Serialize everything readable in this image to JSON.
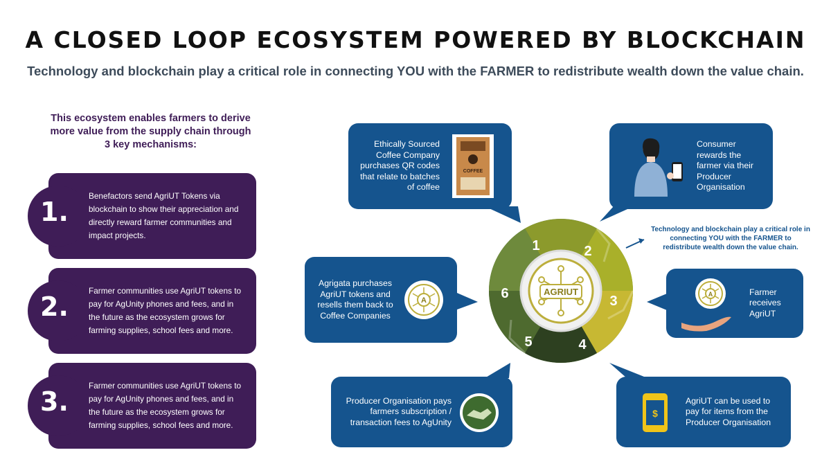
{
  "title": "A CLOSED LOOP ECOSYSTEM POWERED BY BLOCKCHAIN",
  "subtitle": "Technology and blockchain play a critical role in connecting YOU with the FARMER to redistribute wealth down the value chain.",
  "intro": "This ecosystem enables farmers to derive more value from the supply chain through 3 key mechanisms:",
  "mechanisms": [
    {
      "number": "1.",
      "text": "Benefactors send AgriUT Tokens via blockchain to show their appreciation and directly reward farmer communities and impact projects."
    },
    {
      "number": "2.",
      "text": "Farmer communities use AgriUT tokens to pay for AgUnity phones and fees, and in the future as the ecosystem grows for farming supplies, school fees and more."
    },
    {
      "number": "3.",
      "text": "Farmer communities use AgriUT tokens to pay for AgUnity phones and fees, and in the future as the ecosystem grows for farming supplies, school fees and more."
    }
  ],
  "bubbles": {
    "coffee": "Ethically Sourced Coffee Company purchases QR codes that relate to batches of coffee",
    "consumer": "Consumer rewards the farmer via their Producer Organisation",
    "agrigata": "Agrigata purchases AgriUT tokens and resells them back to Coffee Companies",
    "farmer": "Farmer receives AgriUT",
    "producer": "Producer Organisation pays farmers subscription / transaction fees to AgUnity",
    "agriut_use": "AgriUT can be used to pay for items from the Producer Organisation"
  },
  "coffee_bag_label": "COFFEE",
  "side_note": "Technology and blockchain play a critical role in connecting YOU with the FARMER to redistribute wealth down the value chain.",
  "wheel": {
    "center_label": "AGRIUT",
    "segments": [
      "1",
      "2",
      "3",
      "4",
      "5",
      "6"
    ]
  },
  "colors": {
    "purple": "#3f1d57",
    "blue": "#15548e",
    "seg1": "#8c9a2c",
    "seg2": "#a9b02a",
    "seg3": "#c7b833",
    "seg4": "#2d4020",
    "seg5": "#4e6a2f",
    "seg6": "#6e8a3c",
    "gold": "#bcae3c"
  }
}
